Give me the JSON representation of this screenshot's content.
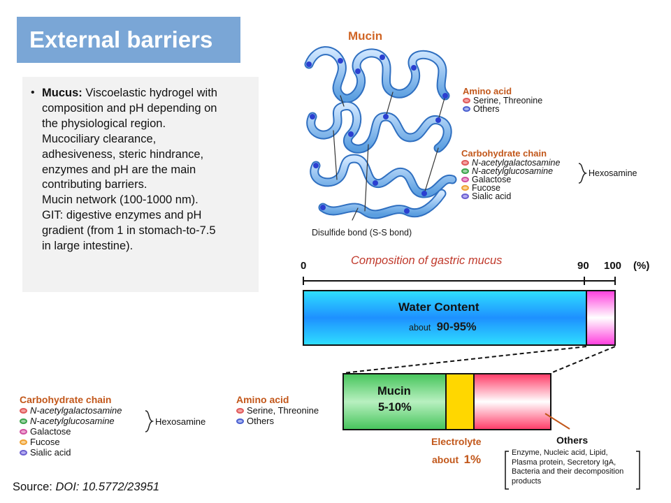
{
  "slide_title": "External barriers",
  "bullet": {
    "term": "Mucus:",
    "lines": [
      " Viscoelastic hydrogel with",
      "composition and pH depending on",
      "the physiological region.",
      "Mucociliary clearance,",
      "adhesiveness, steric hindrance,",
      "enzymes and pH are the main",
      "contributing barriers.",
      "Mucin network (100-1000 nm).",
      "GIT: digestive enzymes and pH",
      "gradient (from 1 in stomach-to-7.5",
      "in large intestine)."
    ]
  },
  "mucin_diagram": {
    "title": "Mucin",
    "amino_acid_title": "Amino acid",
    "amino_acids": [
      "Serine, Threonine",
      "Others"
    ],
    "carb_title": "Carbohydrate chain",
    "carbs": [
      "N-acetylgalactosamine",
      "N-acetylglucosamine",
      "Galactose",
      "Fucose",
      "Sialic acid"
    ],
    "hexosamine_label": "Hexosamine",
    "disulfide_label": "Disulfide bond (S-S bond)"
  },
  "composition": {
    "caption": "Composition of gastric mucus",
    "axis": {
      "zero": "0",
      "ninety": "90",
      "hundred": "100",
      "unit": "(%)"
    },
    "water_title": "Water Content",
    "water_about": "about",
    "water_value": "90-95%",
    "mucin_title": "Mucin",
    "mucin_value": "5-10%",
    "electrolyte_title": "Electrolyte",
    "electrolyte_about": "about",
    "electrolyte_value": "1%",
    "others_title": "Others",
    "others_lines": [
      "Enzyme, Nucleic acid, Lipid,",
      "Plasma protein, Secretory IgA,",
      "Bacteria and their decomposition",
      "products"
    ]
  },
  "legend_bottom": {
    "carb_title": "Carbohydrate chain",
    "carbs": [
      "N-acetylgalactosamine",
      "N-acetylglucosamine",
      "Galactose",
      "Fucose",
      "Sialic acid"
    ],
    "hexosamine_label": "Hexosamine",
    "amino_title": "Amino acid",
    "amino": [
      "Serine, Threonine",
      "Others"
    ]
  },
  "source": {
    "label": "Source: ",
    "doi": "DOI: 10.5772/23951"
  },
  "colors": {
    "title_box": "#7aa6d6",
    "orange_label": "#c2571a",
    "water_bar": "#1e90ff",
    "mucin_bar": "#3cb83c",
    "electrolyte_bar": "#ffd700",
    "others_bar": "#ff5a7a",
    "pink_segment": "#ff44dd",
    "dot_red": "#e05a5a",
    "dot_blue": "#4a5fd0",
    "dot_green": "#3aa34a",
    "dot_magenta": "#d04fa0",
    "dot_orange": "#f0a030",
    "dot_purple": "#6b5fd0"
  }
}
